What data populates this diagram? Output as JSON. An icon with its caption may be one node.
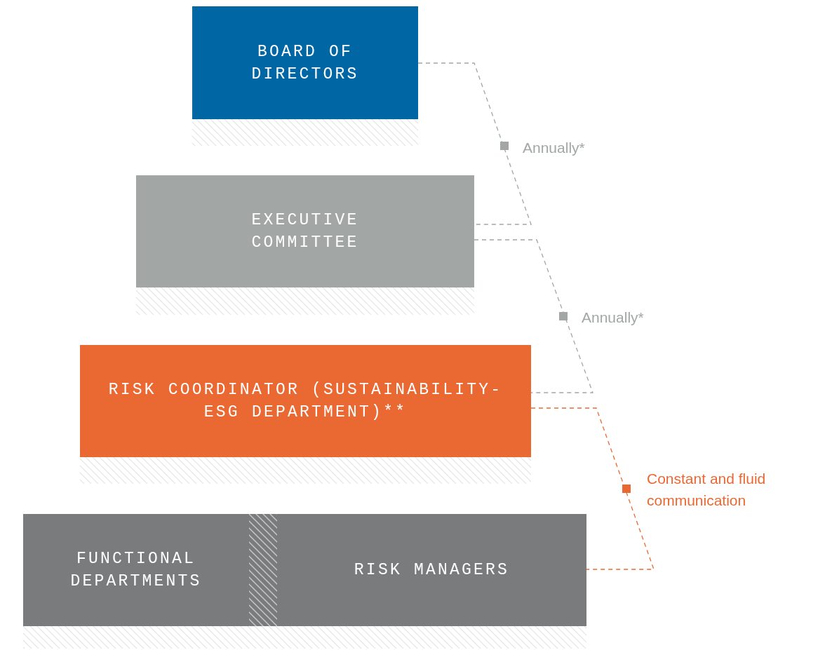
{
  "diagram": {
    "nodes": [
      {
        "text": [
          "BOARD OF DIRECTORS"
        ]
      },
      {
        "text": [
          "EXECUTIVE COMMITTEE"
        ]
      },
      {
        "text": [
          "RISK COORDINATOR (SUSTAINABILITY-ESG DEPARTMENT)**"
        ]
      },
      {
        "text": [
          "FUNCTIONAL DEPARTMENTS"
        ]
      },
      {
        "text": [],
        "shape": "bar"
      },
      {
        "text": [
          "RISK MANAGERS"
        ]
      }
    ],
    "edges": [
      {
        "from": 0,
        "to": 1,
        "arrow": "none",
        "label": "Annually*",
        "style": "dashed"
      },
      {
        "from": 1,
        "to": 2,
        "arrow": "none",
        "label": "Annually*",
        "style": "dashed"
      },
      {
        "from": 2,
        "to": 5,
        "arrow": "none",
        "label": "Constant and fluid communication",
        "style": "dashed",
        "color": "#ea6832"
      }
    ]
  }
}
